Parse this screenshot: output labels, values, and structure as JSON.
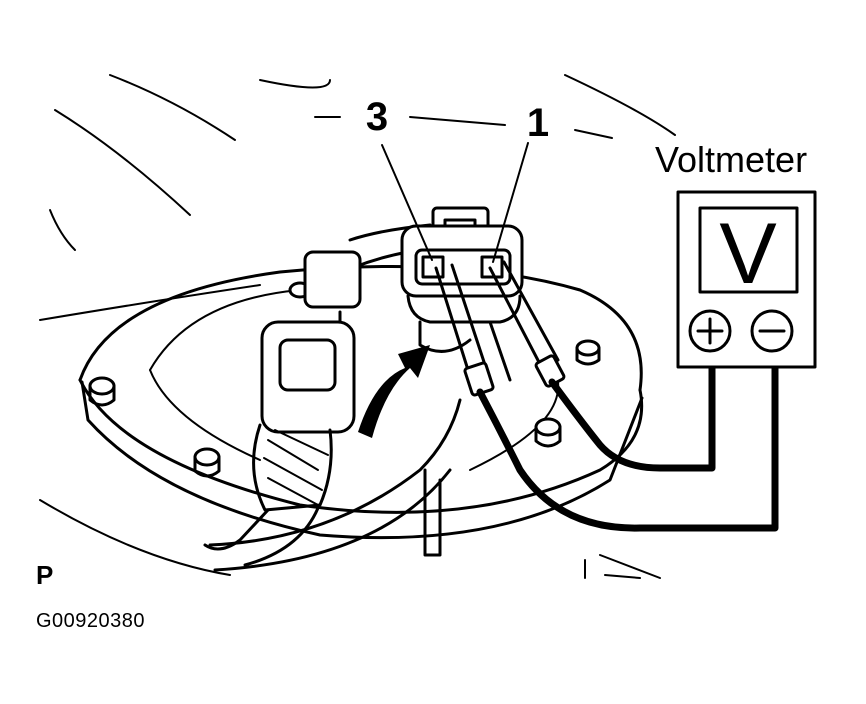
{
  "labels": {
    "terminal_3": "3",
    "terminal_1": "1",
    "instrument": "Voltmeter",
    "display_symbol": "V",
    "positive_symbol": "+",
    "negative_symbol": "−",
    "view_letter": "P",
    "figure_code": "G00920380"
  },
  "colors": {
    "ink": "#000000",
    "paper": "#ffffff"
  },
  "icons": {
    "positive_terminal": "plus-circle-icon",
    "negative_terminal": "minus-circle-icon",
    "direction_arrow": "curved-arrow-icon"
  }
}
